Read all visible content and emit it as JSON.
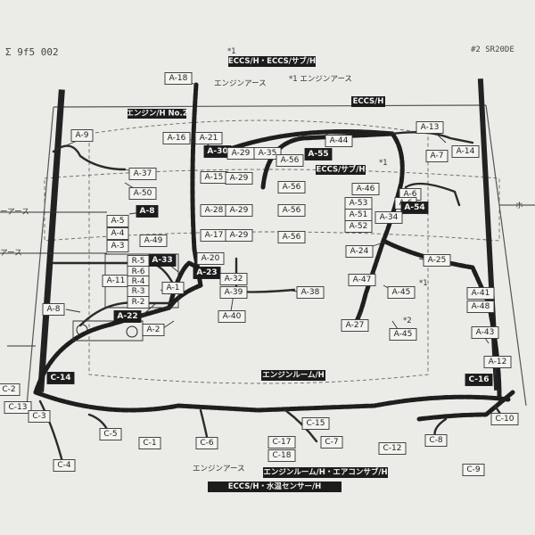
{
  "corner_top_left": "Σ 9f5 002",
  "corner_top_right": "#2 SR20DE",
  "harness_tags": {
    "eccs_main": "ECCS/H・ECCS/サブ/H",
    "eccs_right": "ECCS/H",
    "engine_no2": "エンジン/H No.2",
    "eccs_sub": "ECCS/サブ/H",
    "engine_room": "エンジンルーム/H",
    "engine_room_sub": "エンジンルーム/H・エアコンサブ/H",
    "eccs_water": "ECCS/H・水温センサー/H"
  },
  "notes": {
    "star1_left": "*1",
    "star1_right": "*1",
    "engine_earth_top": "エンジンアース",
    "engine_earth_star": "*1 エンジンアース",
    "earth_left": "アース",
    "earth_left_prefix": "ーアース",
    "hose_label": "ホ",
    "engine_earth_bottom": "エンジンアース",
    "star_mid": "*1",
    "star_mid2": "*2"
  },
  "connectors": [
    {
      "id": "A-18",
      "dark": false
    },
    {
      "id": "A-9",
      "dark": false
    },
    {
      "id": "A-16",
      "dark": false
    },
    {
      "id": "A-21",
      "dark": false
    },
    {
      "id": "A-30",
      "dark": true
    },
    {
      "id": "A-29",
      "dark": false
    },
    {
      "id": "A-35",
      "dark": false
    },
    {
      "id": "A-56",
      "dark": false
    },
    {
      "id": "A-55",
      "dark": true
    },
    {
      "id": "A-44",
      "dark": false
    },
    {
      "id": "A-13",
      "dark": false
    },
    {
      "id": "A-7",
      "dark": false
    },
    {
      "id": "A-14",
      "dark": false
    },
    {
      "id": "A-37",
      "dark": false
    },
    {
      "id": "A-15",
      "dark": false
    },
    {
      "id": "A-29",
      "dark": false
    },
    {
      "id": "A-56",
      "dark": false
    },
    {
      "id": "A-50",
      "dark": false
    },
    {
      "id": "A-6",
      "dark": false
    },
    {
      "id": "A-46",
      "dark": false
    },
    {
      "id": "A-53",
      "dark": false
    },
    {
      "id": "A-51",
      "dark": false
    },
    {
      "id": "A-52",
      "dark": false
    },
    {
      "id": "A-6",
      "dark": false
    },
    {
      "id": "A-54",
      "dark": true
    },
    {
      "id": "A-34",
      "dark": false
    },
    {
      "id": "A-8",
      "dark": true
    },
    {
      "id": "A-28",
      "dark": false
    },
    {
      "id": "A-29",
      "dark": false
    },
    {
      "id": "A-56",
      "dark": false
    },
    {
      "id": "A-5",
      "dark": false
    },
    {
      "id": "A-4",
      "dark": false
    },
    {
      "id": "A-3",
      "dark": false
    },
    {
      "id": "A-49",
      "dark": false
    },
    {
      "id": "A-17",
      "dark": false
    },
    {
      "id": "A-29",
      "dark": false
    },
    {
      "id": "A-56",
      "dark": false
    },
    {
      "id": "A-24",
      "dark": false
    },
    {
      "id": "A-25",
      "dark": false
    },
    {
      "id": "A-33",
      "dark": true
    },
    {
      "id": "A-20",
      "dark": false
    },
    {
      "id": "A-23",
      "dark": true
    },
    {
      "id": "A-11",
      "dark": false
    },
    {
      "id": "R-5",
      "dark": false
    },
    {
      "id": "R-6",
      "dark": false
    },
    {
      "id": "R-4",
      "dark": false
    },
    {
      "id": "R-3",
      "dark": false
    },
    {
      "id": "R-2",
      "dark": false
    },
    {
      "id": "A-1",
      "dark": false
    },
    {
      "id": "A-32",
      "dark": false
    },
    {
      "id": "A-39",
      "dark": false
    },
    {
      "id": "A-38",
      "dark": false
    },
    {
      "id": "A-47",
      "dark": false
    },
    {
      "id": "A-45",
      "dark": false
    },
    {
      "id": "A-41",
      "dark": false
    },
    {
      "id": "A-48",
      "dark": false
    },
    {
      "id": "A-8",
      "dark": false
    },
    {
      "id": "A-22",
      "dark": true
    },
    {
      "id": "A-2",
      "dark": false
    },
    {
      "id": "A-40",
      "dark": false
    },
    {
      "id": "A-27",
      "dark": false
    },
    {
      "id": "A-45",
      "dark": false
    },
    {
      "id": "A-43",
      "dark": false
    },
    {
      "id": "A-12",
      "dark": false
    },
    {
      "id": "C-14",
      "dark": true
    },
    {
      "id": "C-16",
      "dark": true
    },
    {
      "id": "C-2",
      "dark": false
    },
    {
      "id": "C-13",
      "dark": false
    },
    {
      "id": "C-3",
      "dark": false
    },
    {
      "id": "C-5",
      "dark": false
    },
    {
      "id": "C-1",
      "dark": false
    },
    {
      "id": "C-6",
      "dark": false
    },
    {
      "id": "C-15",
      "dark": false
    },
    {
      "id": "C-17",
      "dark": false
    },
    {
      "id": "C-18",
      "dark": false
    },
    {
      "id": "C-7",
      "dark": false
    },
    {
      "id": "C-12",
      "dark": false
    },
    {
      "id": "C-8",
      "dark": false
    },
    {
      "id": "C-10",
      "dark": false
    },
    {
      "id": "C-9",
      "dark": false
    },
    {
      "id": "C-4",
      "dark": false
    }
  ]
}
